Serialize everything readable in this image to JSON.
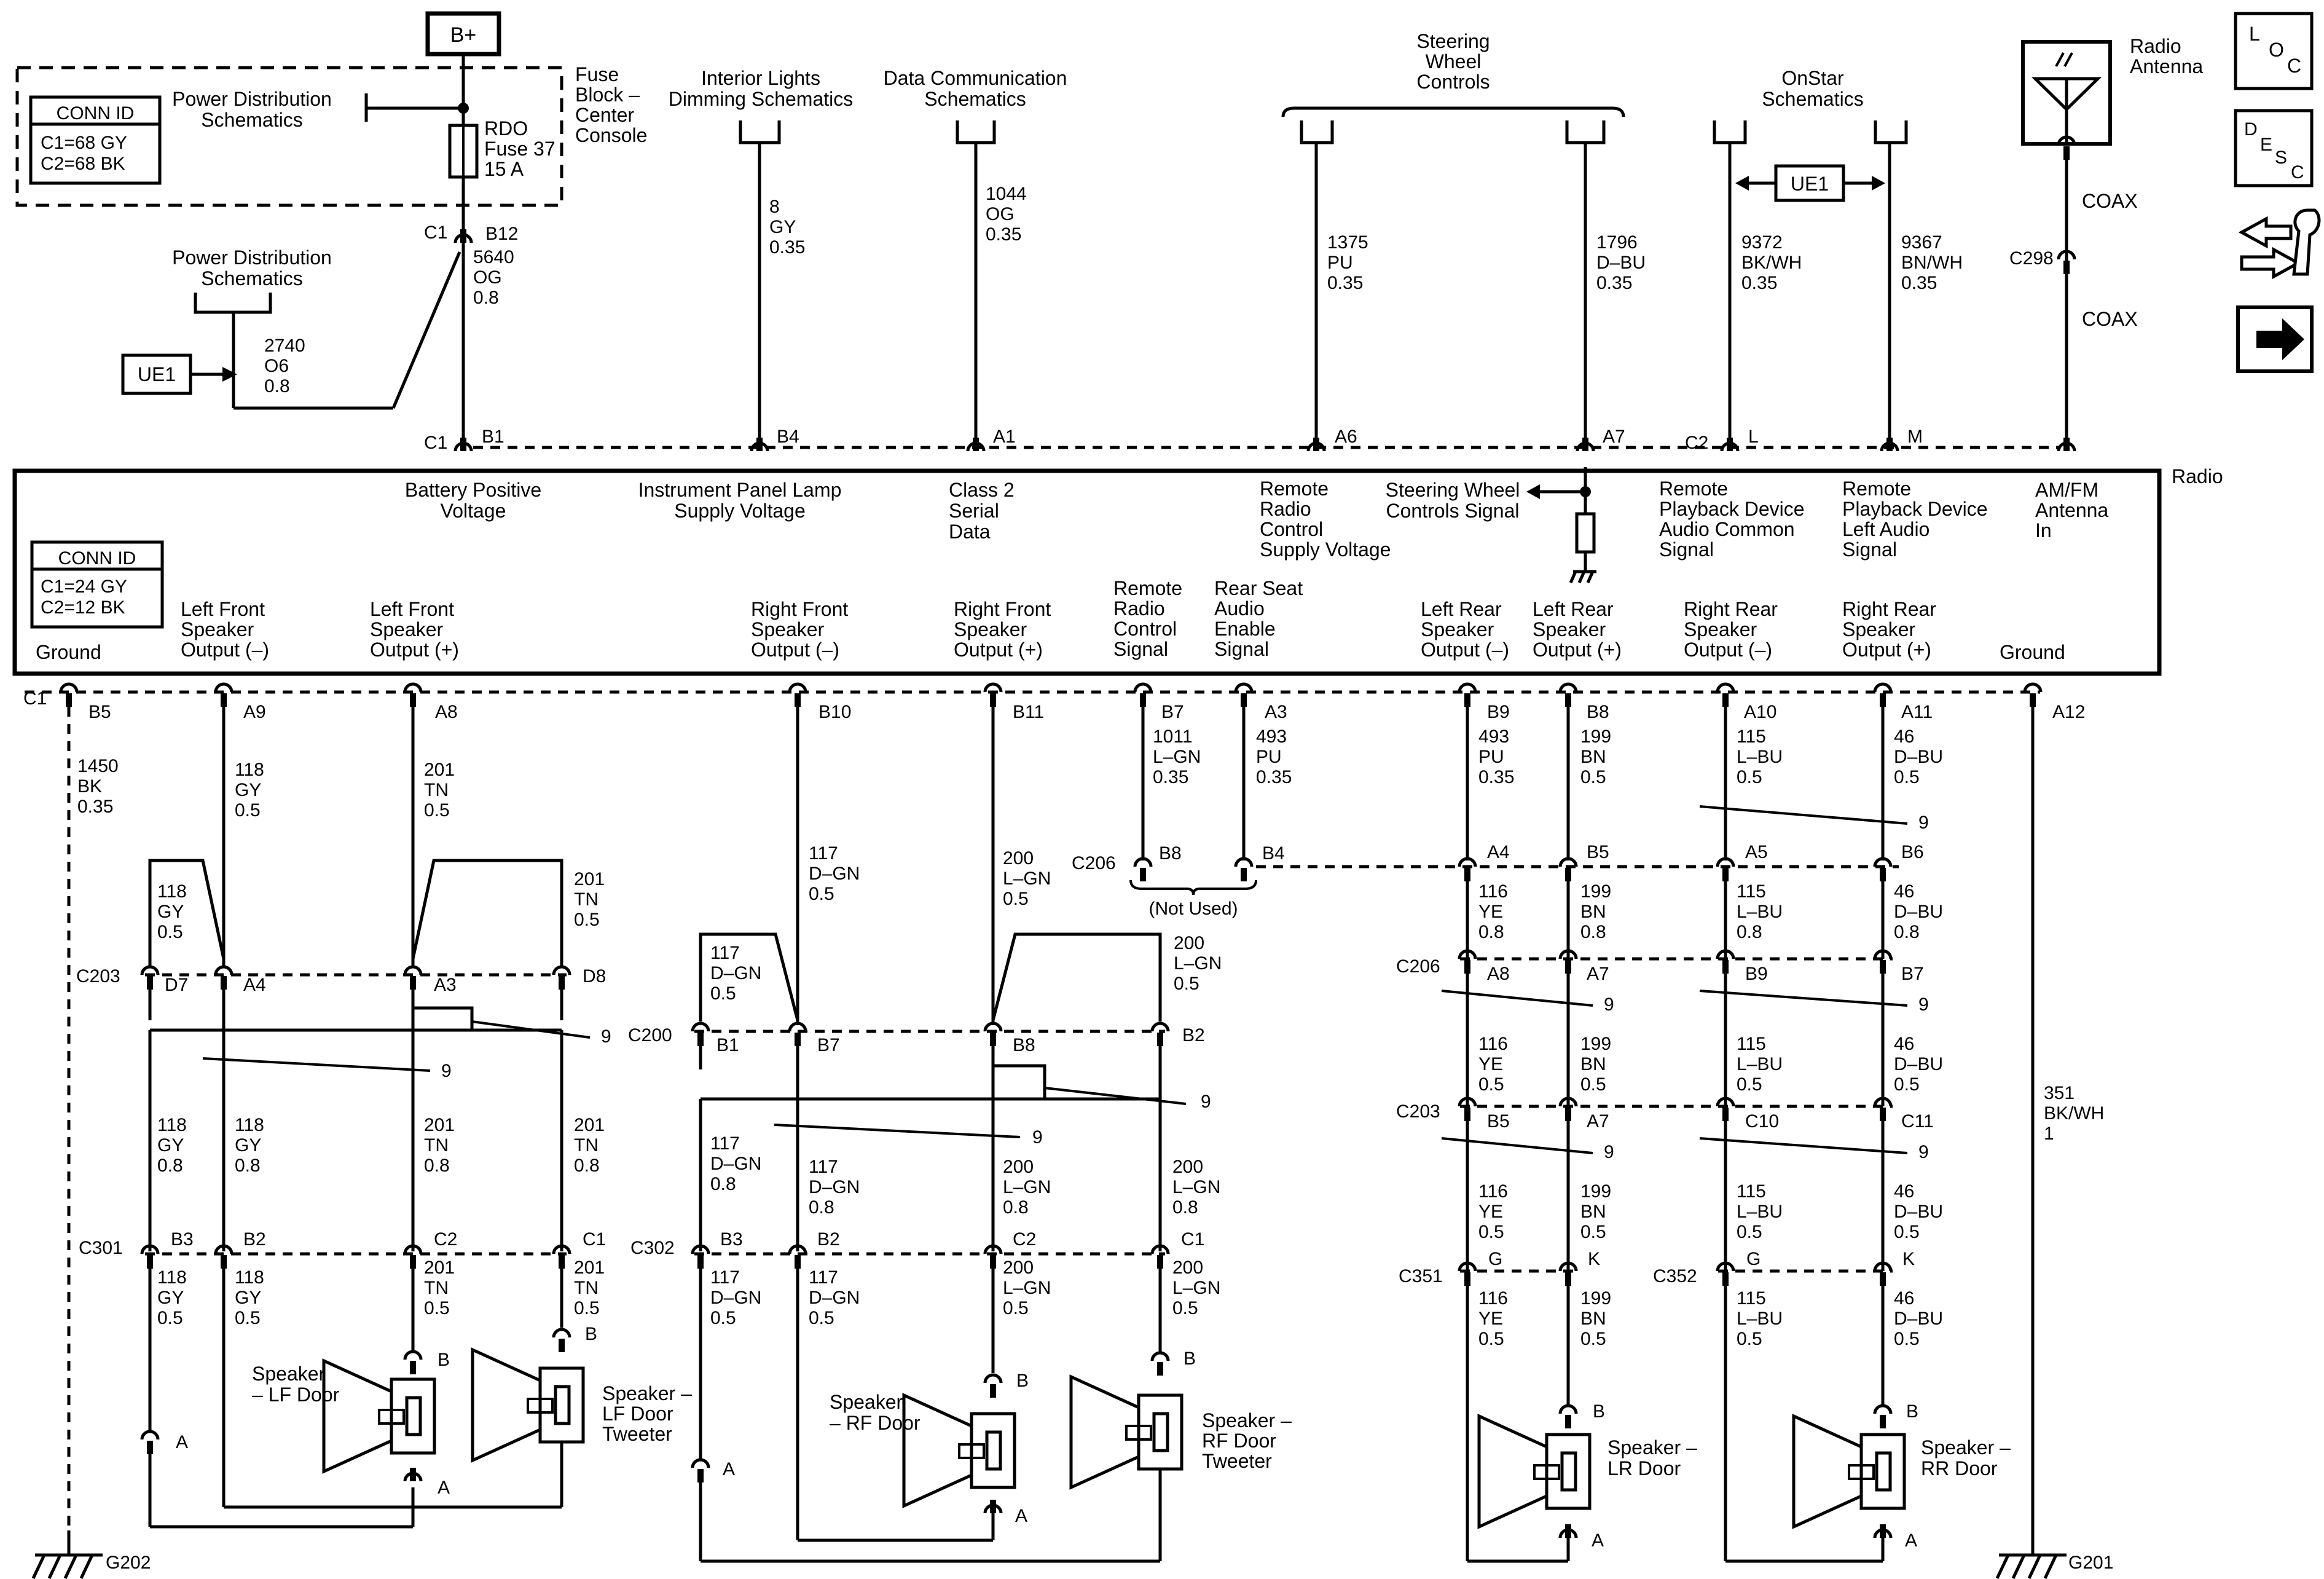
{
  "top": {
    "bplus": "B+",
    "fuse_block": [
      "Fuse",
      "Block –",
      "Center",
      "Console"
    ],
    "fuse": [
      "RDO",
      "Fuse 37",
      "15 A"
    ],
    "conn_id_top": {
      "title": "CONN ID",
      "lines": [
        "C1=68 GY",
        "C2=68 BK"
      ]
    },
    "power_dist_1": [
      "Power Distribution",
      "Schematics"
    ],
    "power_dist_2": [
      "Power Distribution",
      "Schematics"
    ],
    "interior_lights": [
      "Interior Lights",
      "Dimming Schematics"
    ],
    "data_comm": [
      "Data Communication",
      "Schematics"
    ],
    "steering": [
      "Steering",
      "Wheel",
      "Controls"
    ],
    "onstar": [
      "OnStar",
      "Schematics"
    ],
    "radio_antenna": [
      "Radio",
      "Antenna"
    ],
    "ue1": "UE1",
    "coax": "COAX",
    "c298": "C298"
  },
  "top_wires": {
    "w5640": [
      "5640",
      "OG",
      "0.8"
    ],
    "w2740": [
      "2740",
      "O6",
      "0.8"
    ],
    "w8": [
      "8",
      "GY",
      "0.35"
    ],
    "w1044": [
      "1044",
      "OG",
      "0.35"
    ],
    "w1375": [
      "1375",
      "PU",
      "0.35"
    ],
    "w1796": [
      "1796",
      "D–BU",
      "0.35"
    ],
    "w9372": [
      "9372",
      "BK/WH",
      "0.35"
    ],
    "w9367": [
      "9367",
      "BN/WH",
      "0.35"
    ]
  },
  "top_pins": {
    "c1": "C1",
    "b12": "B12",
    "b1": "B1",
    "b4": "B4",
    "a1": "A1",
    "a6": "A6",
    "a7": "A7",
    "c2": "C2",
    "l": "L",
    "m": "M"
  },
  "radio": {
    "label": "Radio",
    "conn_id": {
      "title": "CONN ID",
      "lines": [
        "C1=24 GY",
        "C2=12 BK"
      ]
    },
    "top_labels": {
      "battery": [
        "Battery Positive",
        "Voltage"
      ],
      "ip_lamp": [
        "Instrument Panel Lamp",
        "Supply Voltage"
      ],
      "class2": [
        "Class 2",
        "Serial",
        "Data"
      ],
      "remote_radio": [
        "Remote",
        "Radio",
        "Control",
        "Supply Voltage"
      ],
      "steering_sig": [
        "Steering Wheel",
        "Controls Signal"
      ],
      "rpd_common": [
        "Remote",
        "Playback Device",
        "Audio Common",
        "Signal"
      ],
      "rpd_left": [
        "Remote",
        "Playback Device",
        "Left Audio",
        "Signal"
      ],
      "amfm": [
        "AM/FM",
        "Antenna",
        "In"
      ]
    },
    "bottom_labels": {
      "ground1": [
        "Ground"
      ],
      "lf_neg": [
        "Left Front",
        "Speaker",
        "Output (–)"
      ],
      "lf_pos": [
        "Left Front",
        "Speaker",
        "Output (+)"
      ],
      "rf_neg": [
        "Right Front",
        "Speaker",
        "Output (–)"
      ],
      "rf_pos": [
        "Right Front",
        "Speaker",
        "Output (+)"
      ],
      "rrc": [
        "Remote",
        "Radio",
        "Control",
        "Signal"
      ],
      "rsa": [
        "Rear Seat",
        "Audio",
        "Enable",
        "Signal"
      ],
      "lr_neg": [
        "Left Rear",
        "Speaker",
        "Output (–)"
      ],
      "lr_pos": [
        "Left Rear",
        "Speaker",
        "Output (+)"
      ],
      "rr_neg": [
        "Right Rear",
        "Speaker",
        "Output (–)"
      ],
      "rr_pos": [
        "Right Rear",
        "Speaker",
        "Output (+)"
      ],
      "ground2": [
        "Ground"
      ]
    }
  },
  "bottom_pins": {
    "c1": "C1",
    "b5": "B5",
    "a9": "A9",
    "a8": "A8",
    "b10": "B10",
    "b11": "B11",
    "b7": "B7",
    "a3": "A3",
    "b9": "B9",
    "b8": "B8",
    "a10": "A10",
    "a11": "A11",
    "a12": "A12"
  },
  "bottom_wires": {
    "w1450": [
      "1450",
      "BK",
      "0.35"
    ],
    "w118a": [
      "118",
      "GY",
      "0.5"
    ],
    "w201a": [
      "201",
      "TN",
      "0.5"
    ],
    "w117a": [
      "117",
      "D–GN",
      "0.5"
    ],
    "w200a": [
      "200",
      "L–GN",
      "0.5"
    ],
    "w1011": [
      "1011",
      "L–GN",
      "0.35"
    ],
    "w493a": [
      "493",
      "PU",
      "0.35"
    ],
    "w493b": [
      "493",
      "PU",
      "0.35"
    ],
    "w199a": [
      "199",
      "BN",
      "0.5"
    ],
    "w115a": [
      "115",
      "L–BU",
      "0.5"
    ],
    "w46a": [
      "46",
      "D–BU",
      "0.5"
    ],
    "w351": [
      "351",
      "BK/WH",
      "1"
    ]
  },
  "connectors": {
    "c206": "C206",
    "c206_b8": "B8",
    "c206_b4": "B4",
    "not_used": "(Not Used)",
    "c203": "C203",
    "d7": "D7",
    "a4": "A4",
    "a3": "A3",
    "d8": "D8",
    "c200": "C200",
    "b1": "B1",
    "b7": "B7",
    "b8": "B8",
    "b2": "B2",
    "c301": "C301",
    "c302": "C302",
    "b3": "B3",
    "c2": "C2",
    "c1": "C1",
    "c351": "C351",
    "c352": "C352",
    "g": "G",
    "k": "K",
    "a5": "A5",
    "b6": "B6",
    "a8": "A8",
    "a7": "A7",
    "b9": "B9",
    "b5": "B5",
    "c10": "C10",
    "c11": "C11",
    "nine": "9",
    "pin_a": "A",
    "pin_b": "B"
  },
  "lf_wires": {
    "w118b": [
      "118",
      "GY",
      "0.5"
    ],
    "w201b": [
      "201",
      "TN",
      "0.5"
    ],
    "w118c": [
      "118",
      "GY",
      "0.8"
    ],
    "w118d": [
      "118",
      "GY",
      "0.8"
    ],
    "w201c": [
      "201",
      "TN",
      "0.8"
    ],
    "w201d": [
      "201",
      "TN",
      "0.8"
    ],
    "w118e": [
      "118",
      "GY",
      "0.5"
    ],
    "w118f": [
      "118",
      "GY",
      "0.5"
    ],
    "w201e": [
      "201",
      "TN",
      "0.5"
    ],
    "w201f": [
      "201",
      "TN",
      "0.5"
    ]
  },
  "rf_wires": {
    "w117b": [
      "117",
      "D–GN",
      "0.5"
    ],
    "w200b": [
      "200",
      "L–GN",
      "0.5"
    ],
    "w117c": [
      "117",
      "D–GN",
      "0.8"
    ],
    "w117d": [
      "117",
      "D–GN",
      "0.8"
    ],
    "w200c": [
      "200",
      "L–GN",
      "0.8"
    ],
    "w200d": [
      "200",
      "L–GN",
      "0.8"
    ],
    "w117e": [
      "117",
      "D–GN",
      "0.5"
    ],
    "w117f": [
      "117",
      "D–GN",
      "0.5"
    ],
    "w200e": [
      "200",
      "L–GN",
      "0.5"
    ],
    "w200f": [
      "200",
      "L–GN",
      "0.5"
    ]
  },
  "rear_wires": {
    "w116a": [
      "116",
      "YE",
      "0.8"
    ],
    "w199b": [
      "199",
      "BN",
      "0.8"
    ],
    "w115b": [
      "115",
      "L–BU",
      "0.8"
    ],
    "w46b": [
      "46",
      "D–BU",
      "0.8"
    ],
    "w116b": [
      "116",
      "YE",
      "0.5"
    ],
    "w199c": [
      "199",
      "BN",
      "0.5"
    ],
    "w115c": [
      "115",
      "L–BU",
      "0.5"
    ],
    "w46c": [
      "46",
      "D–BU",
      "0.5"
    ],
    "w116c": [
      "116",
      "YE",
      "0.5"
    ],
    "w199d": [
      "199",
      "BN",
      "0.5"
    ],
    "w115d": [
      "115",
      "L–BU",
      "0.5"
    ],
    "w46d": [
      "46",
      "D–BU",
      "0.5"
    ],
    "w116d": [
      "116",
      "YE",
      "0.5"
    ],
    "w199e": [
      "199",
      "BN",
      "0.5"
    ],
    "w115e": [
      "115",
      "L–BU",
      "0.5"
    ],
    "w46e": [
      "46",
      "D–BU",
      "0.5"
    ]
  },
  "speakers": {
    "lf_door": [
      "Speaker",
      "– LF Door"
    ],
    "lf_tweeter": [
      "Speaker –",
      "LF Door",
      "Tweeter"
    ],
    "rf_door": [
      "Speaker",
      "– RF Door"
    ],
    "rf_tweeter": [
      "Speaker –",
      "RF Door",
      "Tweeter"
    ],
    "lr_door": [
      "Speaker –",
      "LR Door"
    ],
    "rr_door": [
      "Speaker –",
      "RR Door"
    ]
  },
  "grounds": {
    "g202": "G202",
    "g201": "G201"
  },
  "sidebar": {
    "loc": [
      "L",
      "O",
      "C"
    ],
    "desc": [
      "D",
      "E",
      "S",
      "C"
    ]
  }
}
